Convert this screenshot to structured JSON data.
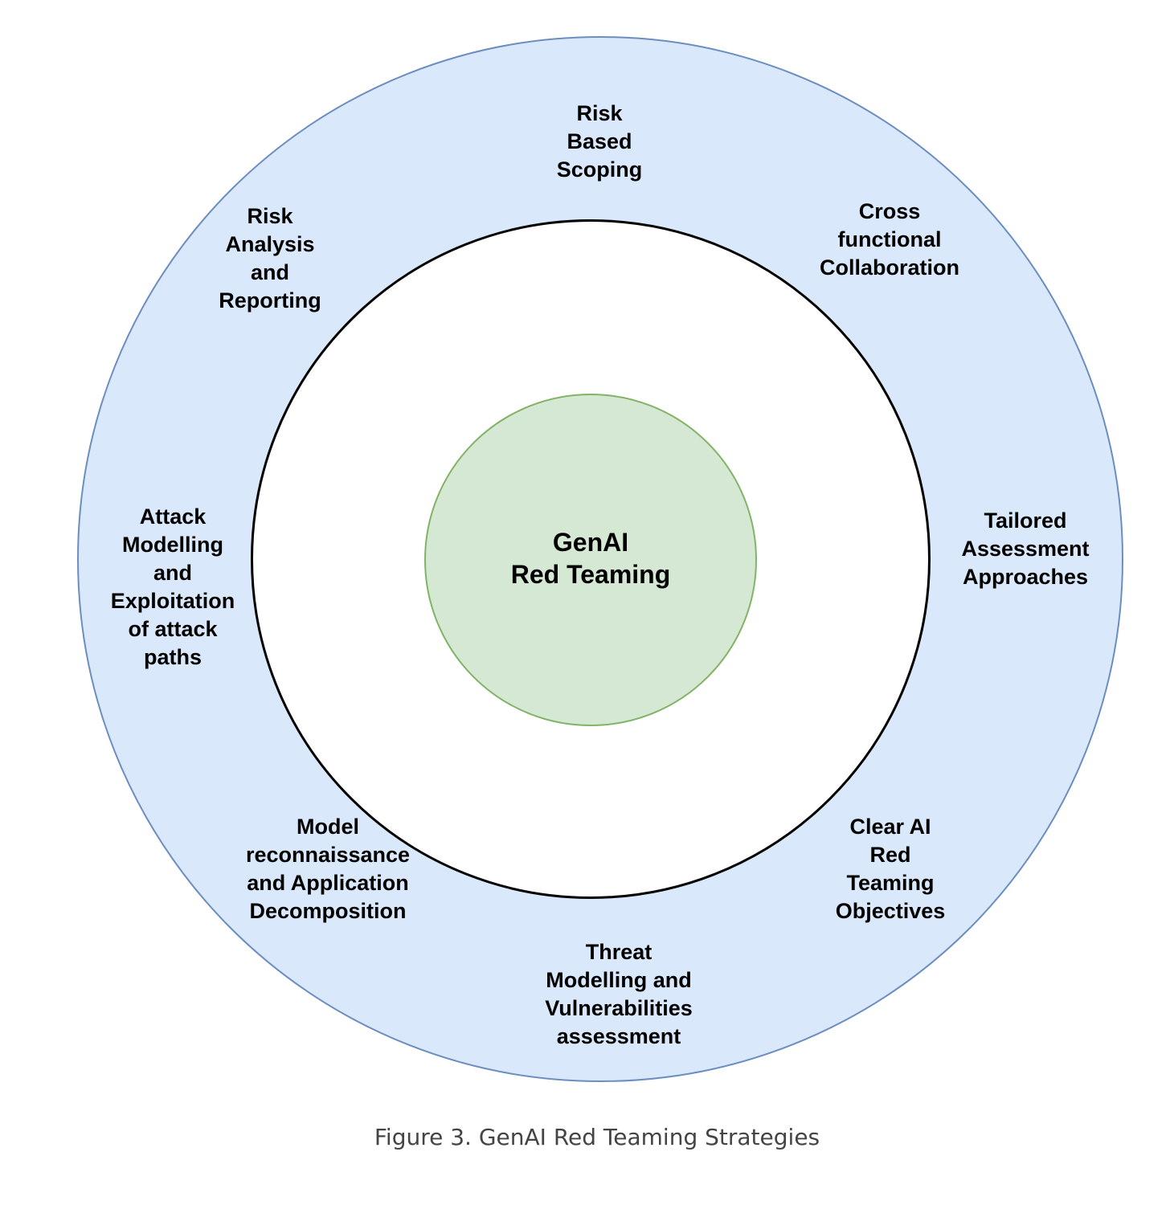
{
  "center": {
    "label": "GenAI\nRed Teaming"
  },
  "strategies": [
    "Risk\nBased\nScoping",
    "Cross\nfunctional\nCollaboration",
    "Tailored\nAssessment\nApproaches",
    "Clear AI\nRed\nTeaming\nObjectives",
    "Threat\nModelling and\nVulnerabilities\nassessment",
    "Model\nreconnaissance\nand Application\nDecomposition",
    "Attack\nModelling\nand\nExploitation\nof attack\npaths",
    "Risk\nAnalysis\nand\nReporting"
  ],
  "caption": "Figure 3. GenAI Red Teaming Strategies",
  "colors": {
    "outer_ring_fill": "#dae8fc",
    "outer_ring_stroke": "#6c8ebf",
    "inner_ring_fill": "#ffffff",
    "inner_ring_stroke": "#000000",
    "center_fill": "#d5e8d4",
    "center_stroke": "#82b366",
    "caption_text": "#444444"
  }
}
